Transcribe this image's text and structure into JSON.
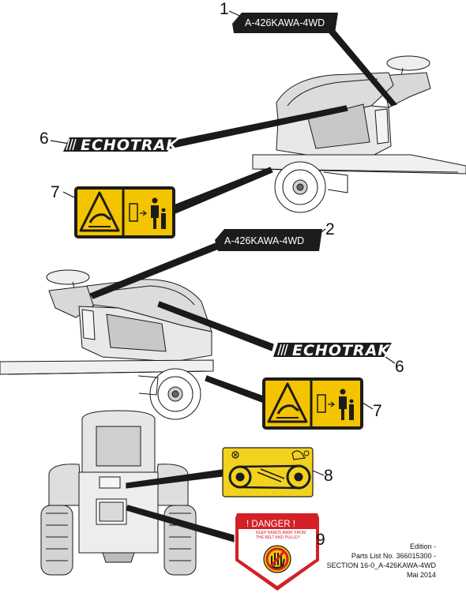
{
  "callouts": {
    "c1": "1",
    "c2": "2",
    "c6_top": "6",
    "c6_mid": "6",
    "c7_top": "7",
    "c7_mid": "7",
    "c8": "8",
    "c9": "9"
  },
  "decals": {
    "model_label_top": "A-426KAWA-4WD",
    "model_label_mid": "A-426KAWA-4WD",
    "brand_top": "ECHOTRAK",
    "brand_mid": "ECHOTRAK",
    "danger_title": "! DANGER !",
    "danger_line1": "KEEP HANDS AWAY FROM",
    "danger_line2": "THE BELT AND PULLEY"
  },
  "footer": {
    "edition": "Edition -",
    "parts_list": "Parts List No. 366015300 -",
    "section": "SECTION 16-0_A-426KAWA-4WD",
    "date": "Mai 2014"
  },
  "colors": {
    "line": "#1a1a1a",
    "decal_black": "#1c1c1c",
    "warning_yellow": "#f5c400",
    "danger_red": "#d32028",
    "pulley_yellow": "#f2d21c"
  },
  "icons": [
    "hand-crush-warning-icon",
    "keep-distance-person-icon",
    "belt-pulley-icon",
    "hand-stop-icon"
  ]
}
